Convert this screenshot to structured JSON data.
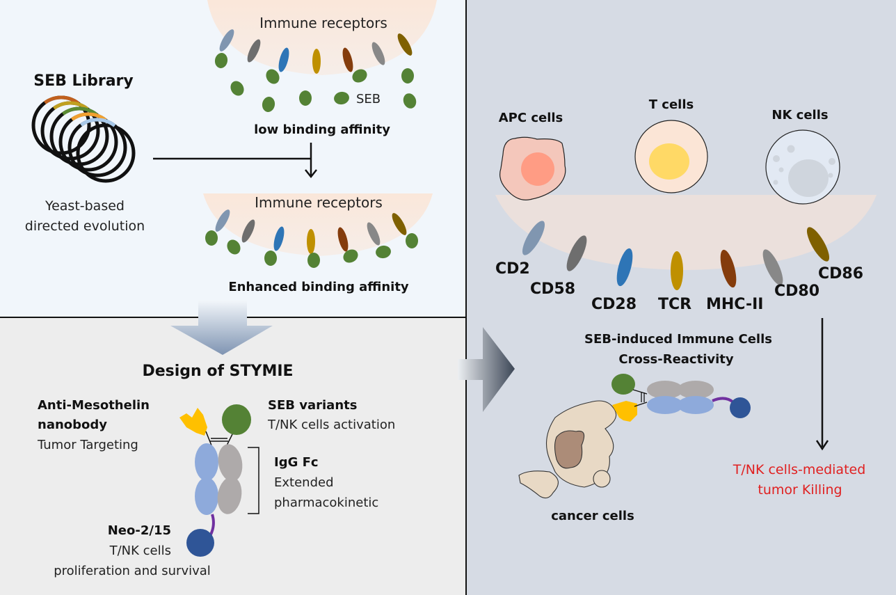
{
  "panels": {
    "top_left": {
      "library_title": "SEB Library",
      "library_caption_line1": "Yeast-based",
      "library_caption_line2": "directed evolution",
      "top_receptor_title": "Immune receptors",
      "seb_label": "SEB",
      "low_affinity_label": "low binding affinity",
      "bottom_receptor_title": "Immune receptors",
      "enhanced_affinity_label": "Enhanced binding affinity",
      "ring_colors": [
        "#c0601e",
        "#c0a020",
        "#5a8a32",
        "#f0a030",
        "#a8c8e8"
      ]
    },
    "bottom_left": {
      "title": "Design of STYMIE",
      "nanobody_title_line1": "Anti-Mesothelin",
      "nanobody_title_line2": "nanobody",
      "nanobody_desc": "Tumor Targeting",
      "seb_title": "SEB variants",
      "seb_desc": "T/NK cells activation",
      "fc_title": "IgG Fc",
      "fc_desc_line1": "Extended",
      "fc_desc_line2": "pharmacokinetic",
      "neo_title": "Neo-2/15",
      "neo_desc_line1": "T/NK cells",
      "neo_desc_line2": "proliferation and survival"
    },
    "right": {
      "apc_label": "APC cells",
      "t_label": "T cells",
      "nk_label": "NK cells",
      "receptors": [
        {
          "label": "CD2",
          "color": "#8096b0"
        },
        {
          "label": "CD58",
          "color": "#6e6e6e"
        },
        {
          "label": "CD28",
          "color": "#2e75b6"
        },
        {
          "label": "TCR",
          "color": "#bf9000"
        },
        {
          "label": "MHC-II",
          "color": "#843c0c"
        },
        {
          "label": "CD80",
          "color": "#888888"
        },
        {
          "label": "CD86",
          "color": "#7f6000"
        }
      ],
      "cross_reactivity_line1": "SEB-induced Immune Cells",
      "cross_reactivity_line2": "Cross-Reactivity",
      "cancer_label": "cancer cells",
      "killing_line1": "T/NK cells-mediated",
      "killing_line2": "tumor Killing",
      "killing_color": "#e02020"
    }
  }
}
